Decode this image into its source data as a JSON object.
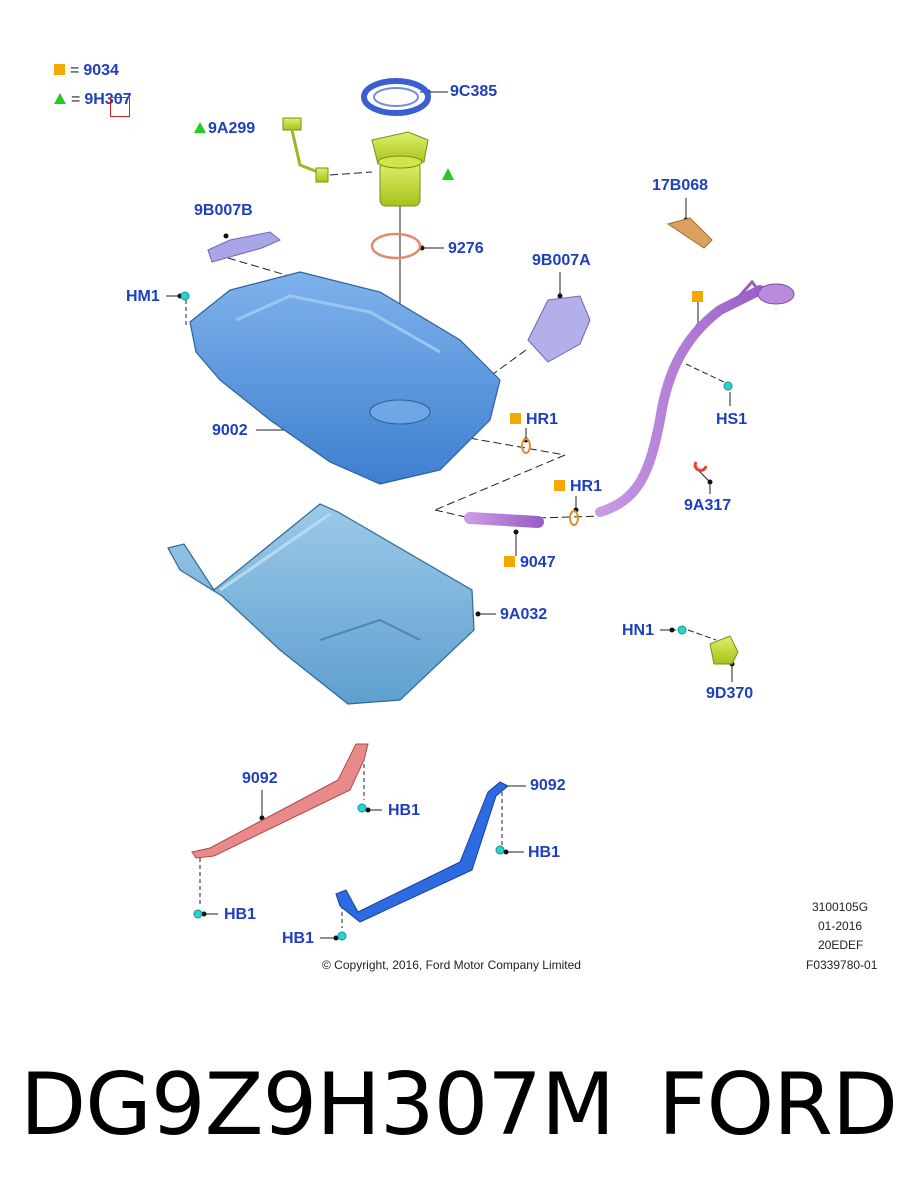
{
  "legend": {
    "square_code": "9034",
    "triangle_code": "9H307",
    "equals": "="
  },
  "labels": {
    "9C385": "9C385",
    "9A299": "9A299",
    "9B007B": "9B007B",
    "9276": "9276",
    "17B068": "17B068",
    "9B007A": "9B007A",
    "HM1": "HM1",
    "HS1": "HS1",
    "9002": "9002",
    "HR1_a": "HR1",
    "HR1_b": "HR1",
    "9A317": "9A317",
    "9047": "9047",
    "9A032": "9A032",
    "HN1": "HN1",
    "9D370": "9D370",
    "9092_left": "9092",
    "9092_right": "9092",
    "HB1_a": "HB1",
    "HB1_b": "HB1",
    "HB1_c": "HB1",
    "HB1_d": "HB1"
  },
  "meta": {
    "copyright": "© Copyright, 2016, Ford Motor Company Limited",
    "code1": "3100105G",
    "date": "01-2016",
    "code2": "20EDEF",
    "code3": "F0339780-01"
  },
  "footer": {
    "part_number": "DG9Z9H307M",
    "brand": "FORD"
  },
  "colors": {
    "label": "#1f3fbf",
    "tank": "#5b9be0",
    "shield": "#7fb6dc",
    "pipe": "#b77fd6",
    "pump": "#c8de3c",
    "strap_left": "#e07a7a",
    "strap_right": "#1f5fd6",
    "marker_square": "#f5a800",
    "marker_triangle": "#22cc22",
    "clip": "#2ad3d3"
  }
}
